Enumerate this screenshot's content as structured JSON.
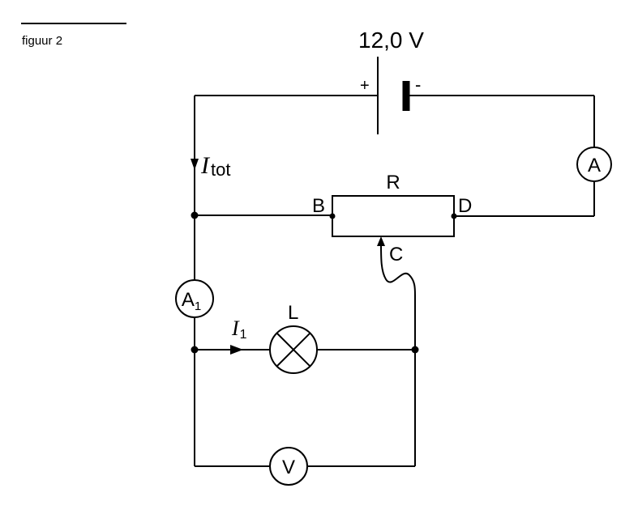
{
  "caption": "figuur 2",
  "battery": {
    "voltage": "12,0 V",
    "plus": "+",
    "minus": "-"
  },
  "meters": {
    "ammeter_main": "A",
    "ammeter_one": {
      "letter": "A",
      "sub": "1"
    },
    "voltmeter": "V"
  },
  "resistor": {
    "name": "R",
    "end_left": "B",
    "end_right": "D",
    "slider": "C"
  },
  "lamp": {
    "name": "L"
  },
  "currents": {
    "total": {
      "symbol": "I",
      "sub": "tot"
    },
    "branch": {
      "symbol": "I",
      "sub": "1"
    }
  }
}
